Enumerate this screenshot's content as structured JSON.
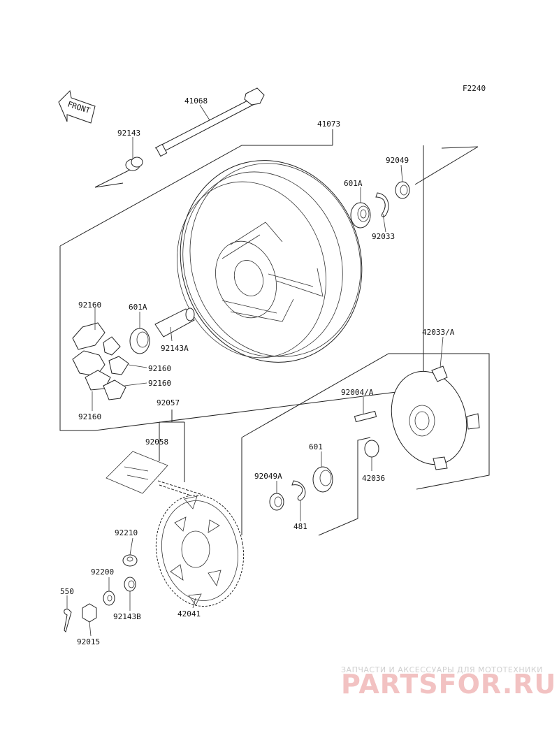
{
  "figure_code": "F2240",
  "front_arrow_label": "FRONT",
  "parts": {
    "axle": "41068",
    "wheel": "41073",
    "collar_left": "92143",
    "seal_right": "92049",
    "bearing_right": "601A",
    "circlip": "92033",
    "damper_top": "92160",
    "bearing_left": "601A",
    "spacer": "92143A",
    "damper_mid1": "92160",
    "damper_mid2": "92160",
    "damper_bottom": "92160",
    "coupling": "42033/A",
    "stud": "92004/A",
    "chain": "92057",
    "joint": "92058",
    "bearing_coupling": "601",
    "seal_coupling": "92049A",
    "collar_coupling": "42036",
    "circlip_coupling": "481",
    "nut": "92210",
    "washer": "92200",
    "collar_b": "92143B",
    "sprocket": "42041",
    "cotter_pin": "550",
    "castle_nut": "92015"
  },
  "watermark": {
    "line1": "ЗАПЧАСТИ И АКСЕССУАРЫ ДЛЯ МОТОТЕХНИКИ",
    "line2": "PARTSFOR.RU"
  },
  "colors": {
    "line": "#222222",
    "watermark_logo": "#f2c2c2",
    "watermark_text": "#cfcfcf"
  }
}
